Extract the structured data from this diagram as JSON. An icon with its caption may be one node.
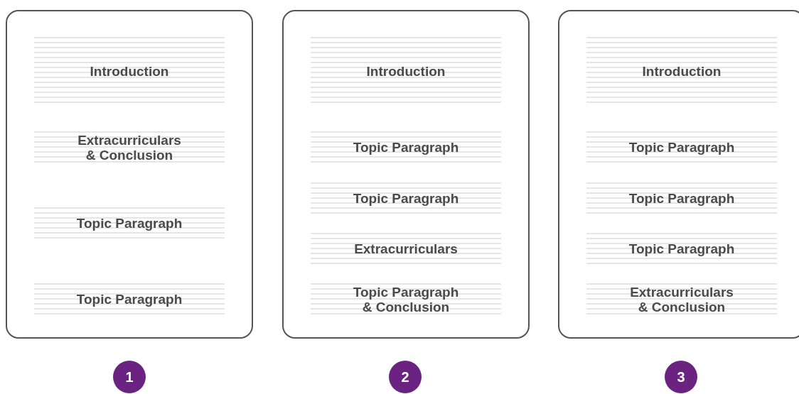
{
  "diagram": {
    "nodes": [
      {
        "text": [],
        "shape": "box"
      },
      {
        "text": [
          "Introduction"
        ],
        "in": 0
      },
      {
        "text": [
          "Extracurriculars & Conclusion"
        ],
        "in": 0
      },
      {
        "text": [
          "Topic Paragraph"
        ],
        "in": 0
      },
      {
        "text": [
          "Topic Paragraph"
        ],
        "in": 0
      },
      {
        "text": [],
        "shape": "box"
      },
      {
        "text": [
          "Introduction"
        ],
        "in": 5
      },
      {
        "text": [
          "Topic Paragraph"
        ],
        "in": 5
      },
      {
        "text": [
          "Topic Paragraph"
        ],
        "in": 5
      },
      {
        "text": [
          "Extracurriculars"
        ],
        "in": 5
      },
      {
        "text": [
          "Topic Paragraph & Conclusion"
        ],
        "in": 5
      },
      {
        "text": [],
        "shape": "box"
      },
      {
        "text": [
          "Introduction"
        ],
        "in": 11
      },
      {
        "text": [
          "Topic Paragraph"
        ],
        "in": 11
      },
      {
        "text": [
          "Topic Paragraph"
        ],
        "in": 11
      },
      {
        "text": [
          "Topic Paragraph"
        ],
        "in": 11
      },
      {
        "text": [
          "Extracurriculars & Conclusion"
        ],
        "in": 11
      },
      {
        "text": [
          "1"
        ]
      },
      {
        "text": [
          "2"
        ]
      },
      {
        "text": [
          "3"
        ]
      }
    ],
    "edges": []
  }
}
